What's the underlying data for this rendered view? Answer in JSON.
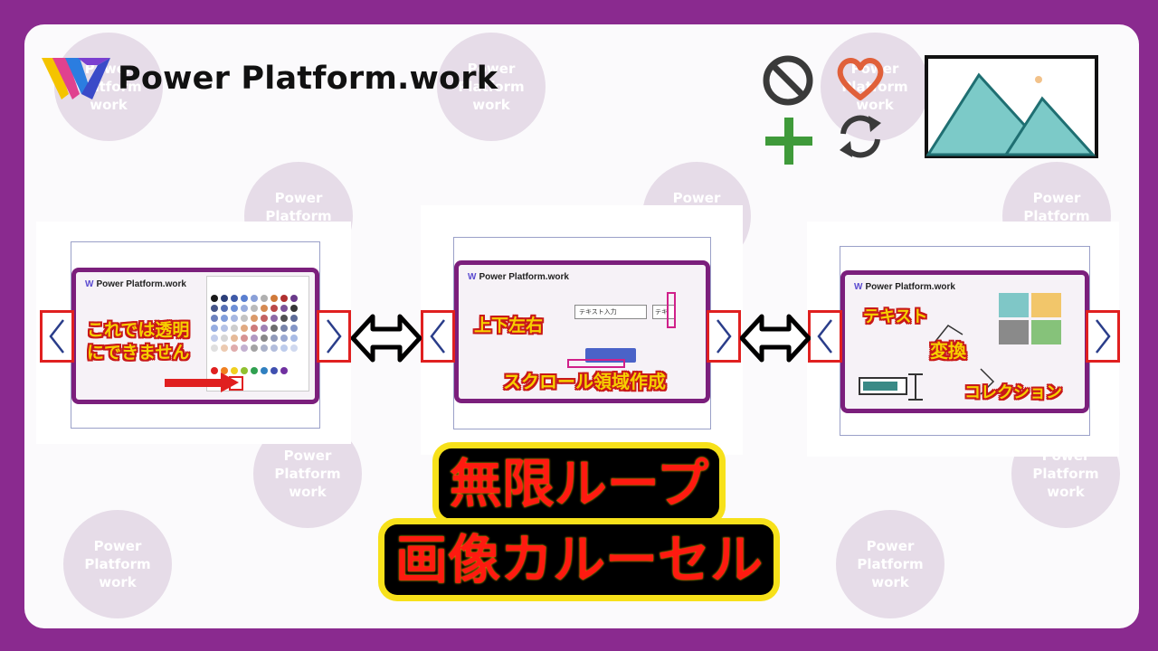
{
  "brand": {
    "name": "Power Platform.work"
  },
  "background_bubble_text": [
    "Power",
    "Platform",
    "work"
  ],
  "icons": [
    "block-icon",
    "heart-icon",
    "plus-icon",
    "sync-icon",
    "image-placeholder-icon"
  ],
  "slides": [
    {
      "mini_brand": "Power Platform.work",
      "caption_lines": [
        "これでは透明",
        "にできません"
      ]
    },
    {
      "mini_brand": "Power Platform.work",
      "caption_top": "上下左右",
      "caption_bottom": "スクロール領域作成",
      "field_label": "テキスト入力",
      "field_label2": "テキ"
    },
    {
      "mini_brand": "Power Platform.work",
      "caption_1": "テキスト",
      "caption_2": "変換",
      "caption_3": "コレクション"
    }
  ],
  "title": {
    "line1": "無限ループ",
    "line2": "画像カルーセル"
  },
  "colors": {
    "frame": "#8a2a8f",
    "accent_red": "#e02020",
    "caption_yellow": "#f6d000",
    "title_red": "#ff1a10",
    "title_outline": "#f7e11a"
  }
}
